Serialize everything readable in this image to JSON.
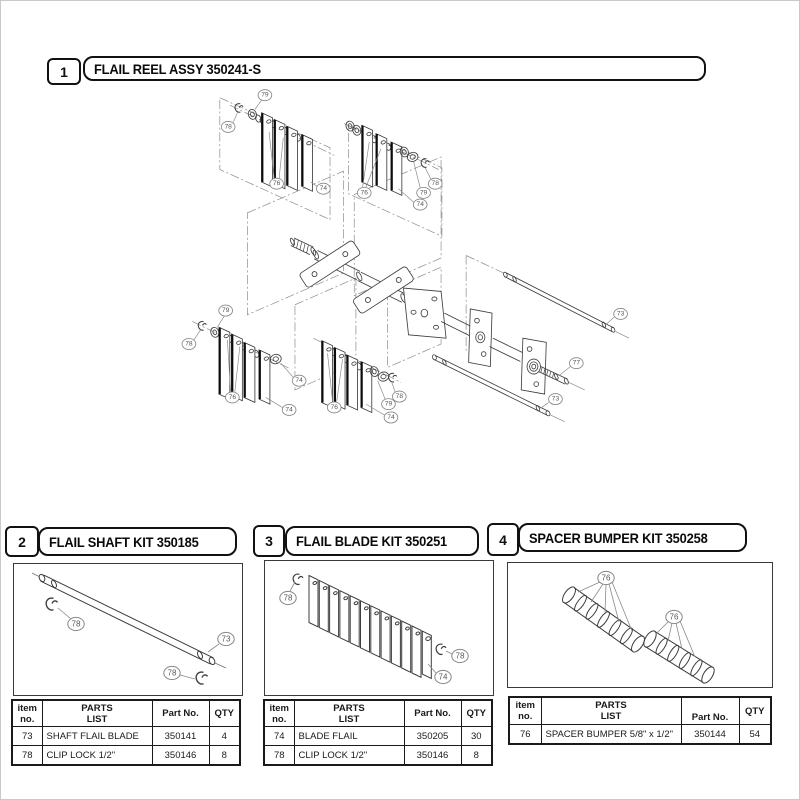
{
  "labels": {
    "73": "73",
    "74": "74",
    "76": "76",
    "77": "77",
    "78": "78",
    "79": "79"
  },
  "table_headers": {
    "item": "item",
    "no": "no.",
    "parts": "PARTS",
    "list": "LIST",
    "part_no": "Part No.",
    "qty": "QTY"
  },
  "sections": {
    "reel": {
      "num": "1",
      "title": "FLAIL REEL ASSY 350241-S"
    },
    "shaft_kit": {
      "num": "2",
      "title": "FLAIL SHAFT KIT 350185",
      "rows": [
        {
          "item": "73",
          "desc": "SHAFT FLAIL BLADE",
          "part": "350141",
          "qty": "4"
        },
        {
          "item": "78",
          "desc": "CLIP LOCK 1/2\"",
          "part": "350146",
          "qty": "8"
        }
      ]
    },
    "blade_kit": {
      "num": "3",
      "title": "FLAIL BLADE KIT 350251",
      "rows": [
        {
          "item": "74",
          "desc": "BLADE FLAIL",
          "part": "350205",
          "qty": "30"
        },
        {
          "item": "78",
          "desc": "CLIP LOCK 1/2\"",
          "part": "350146",
          "qty": "8"
        }
      ]
    },
    "bumper_kit": {
      "num": "4",
      "title": "SPACER BUMPER KIT 350258",
      "rows": [
        {
          "item": "76",
          "desc": "SPACER BUMPER 5/8\" x 1/2\"",
          "part": "350144",
          "qty": "54"
        }
      ]
    }
  }
}
